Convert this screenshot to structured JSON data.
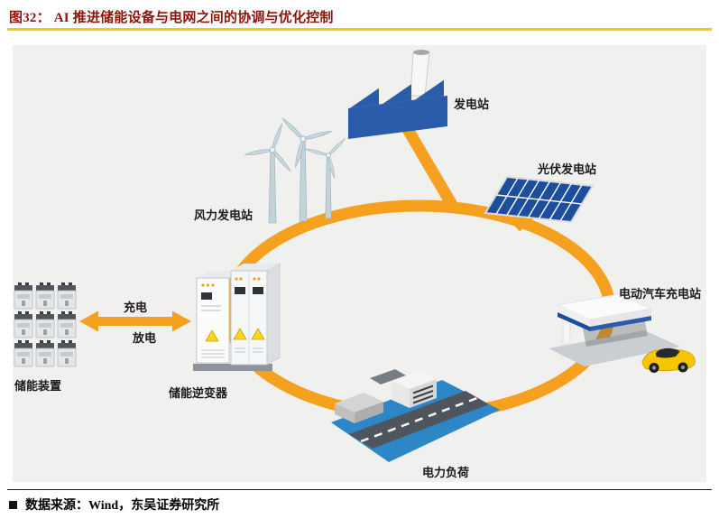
{
  "page": {
    "title": "图32：  AI 推进储能设备与电网之间的协调与优化控制",
    "source_text": "数据来源：Wind，东吴证券研究所"
  },
  "colors": {
    "title_red": "#8E1409",
    "rule_yellow": "#FFC20E",
    "grid_orange": "#F5A01E",
    "factory_blue": "#2A5CAA",
    "pv_blue": "#1D4E9E",
    "load_blue": "#2D87C6",
    "car_yellow": "#F7C600",
    "diagram_bg": "#F0F0EE"
  },
  "diagram": {
    "nodes": [
      {
        "id": "power-plant",
        "label": "发电站"
      },
      {
        "id": "pv-station",
        "label": "光伏发电站"
      },
      {
        "id": "ev-charging-station",
        "label": "电动汽车充电站"
      },
      {
        "id": "power-load",
        "label": "电力负荷"
      },
      {
        "id": "wind-station",
        "label": "风力发电站"
      },
      {
        "id": "storage-inverter",
        "label": "储能逆变器"
      },
      {
        "id": "storage-device",
        "label": "储能装置"
      }
    ],
    "arrow": {
      "charge": "充电",
      "discharge": "放电"
    }
  }
}
